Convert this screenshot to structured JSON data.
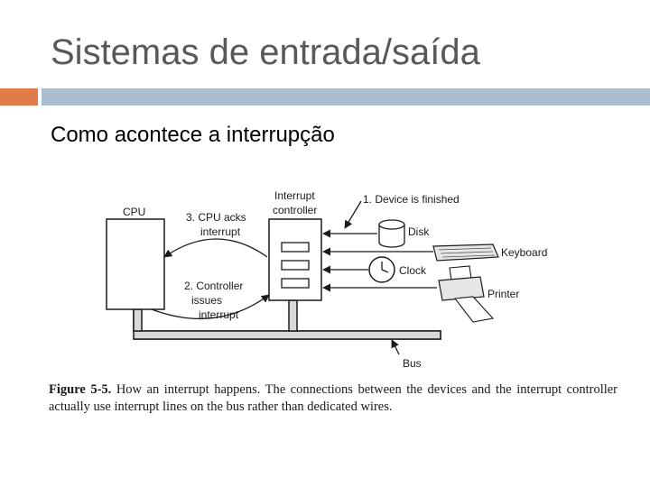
{
  "title": "Sistemas de entrada/saída",
  "subtitle": "Como acontece a interrupção",
  "colors": {
    "accent": "#e07b4a",
    "rule": "#a9bfd0",
    "title": "#595959"
  },
  "diagram": {
    "cpu_label": "CPU",
    "controller_label_line1": "Interrupt",
    "controller_label_line2": "controller",
    "step1": "1. Device is finished",
    "step3_line1": "3. CPU acks",
    "step3_line2": "interrupt",
    "step2_line1": "2. Controller",
    "step2_line2": "issues",
    "step2_line3": "interrupt",
    "disk": "Disk",
    "keyboard": "Keyboard",
    "clock": "Clock",
    "printer": "Printer",
    "bus": "Bus"
  },
  "caption": {
    "figure_label": "Figure 5-5.",
    "text": "How an interrupt happens. The connections between the devices and the interrupt controller actually use interrupt lines on the bus rather than dedicated wires."
  }
}
